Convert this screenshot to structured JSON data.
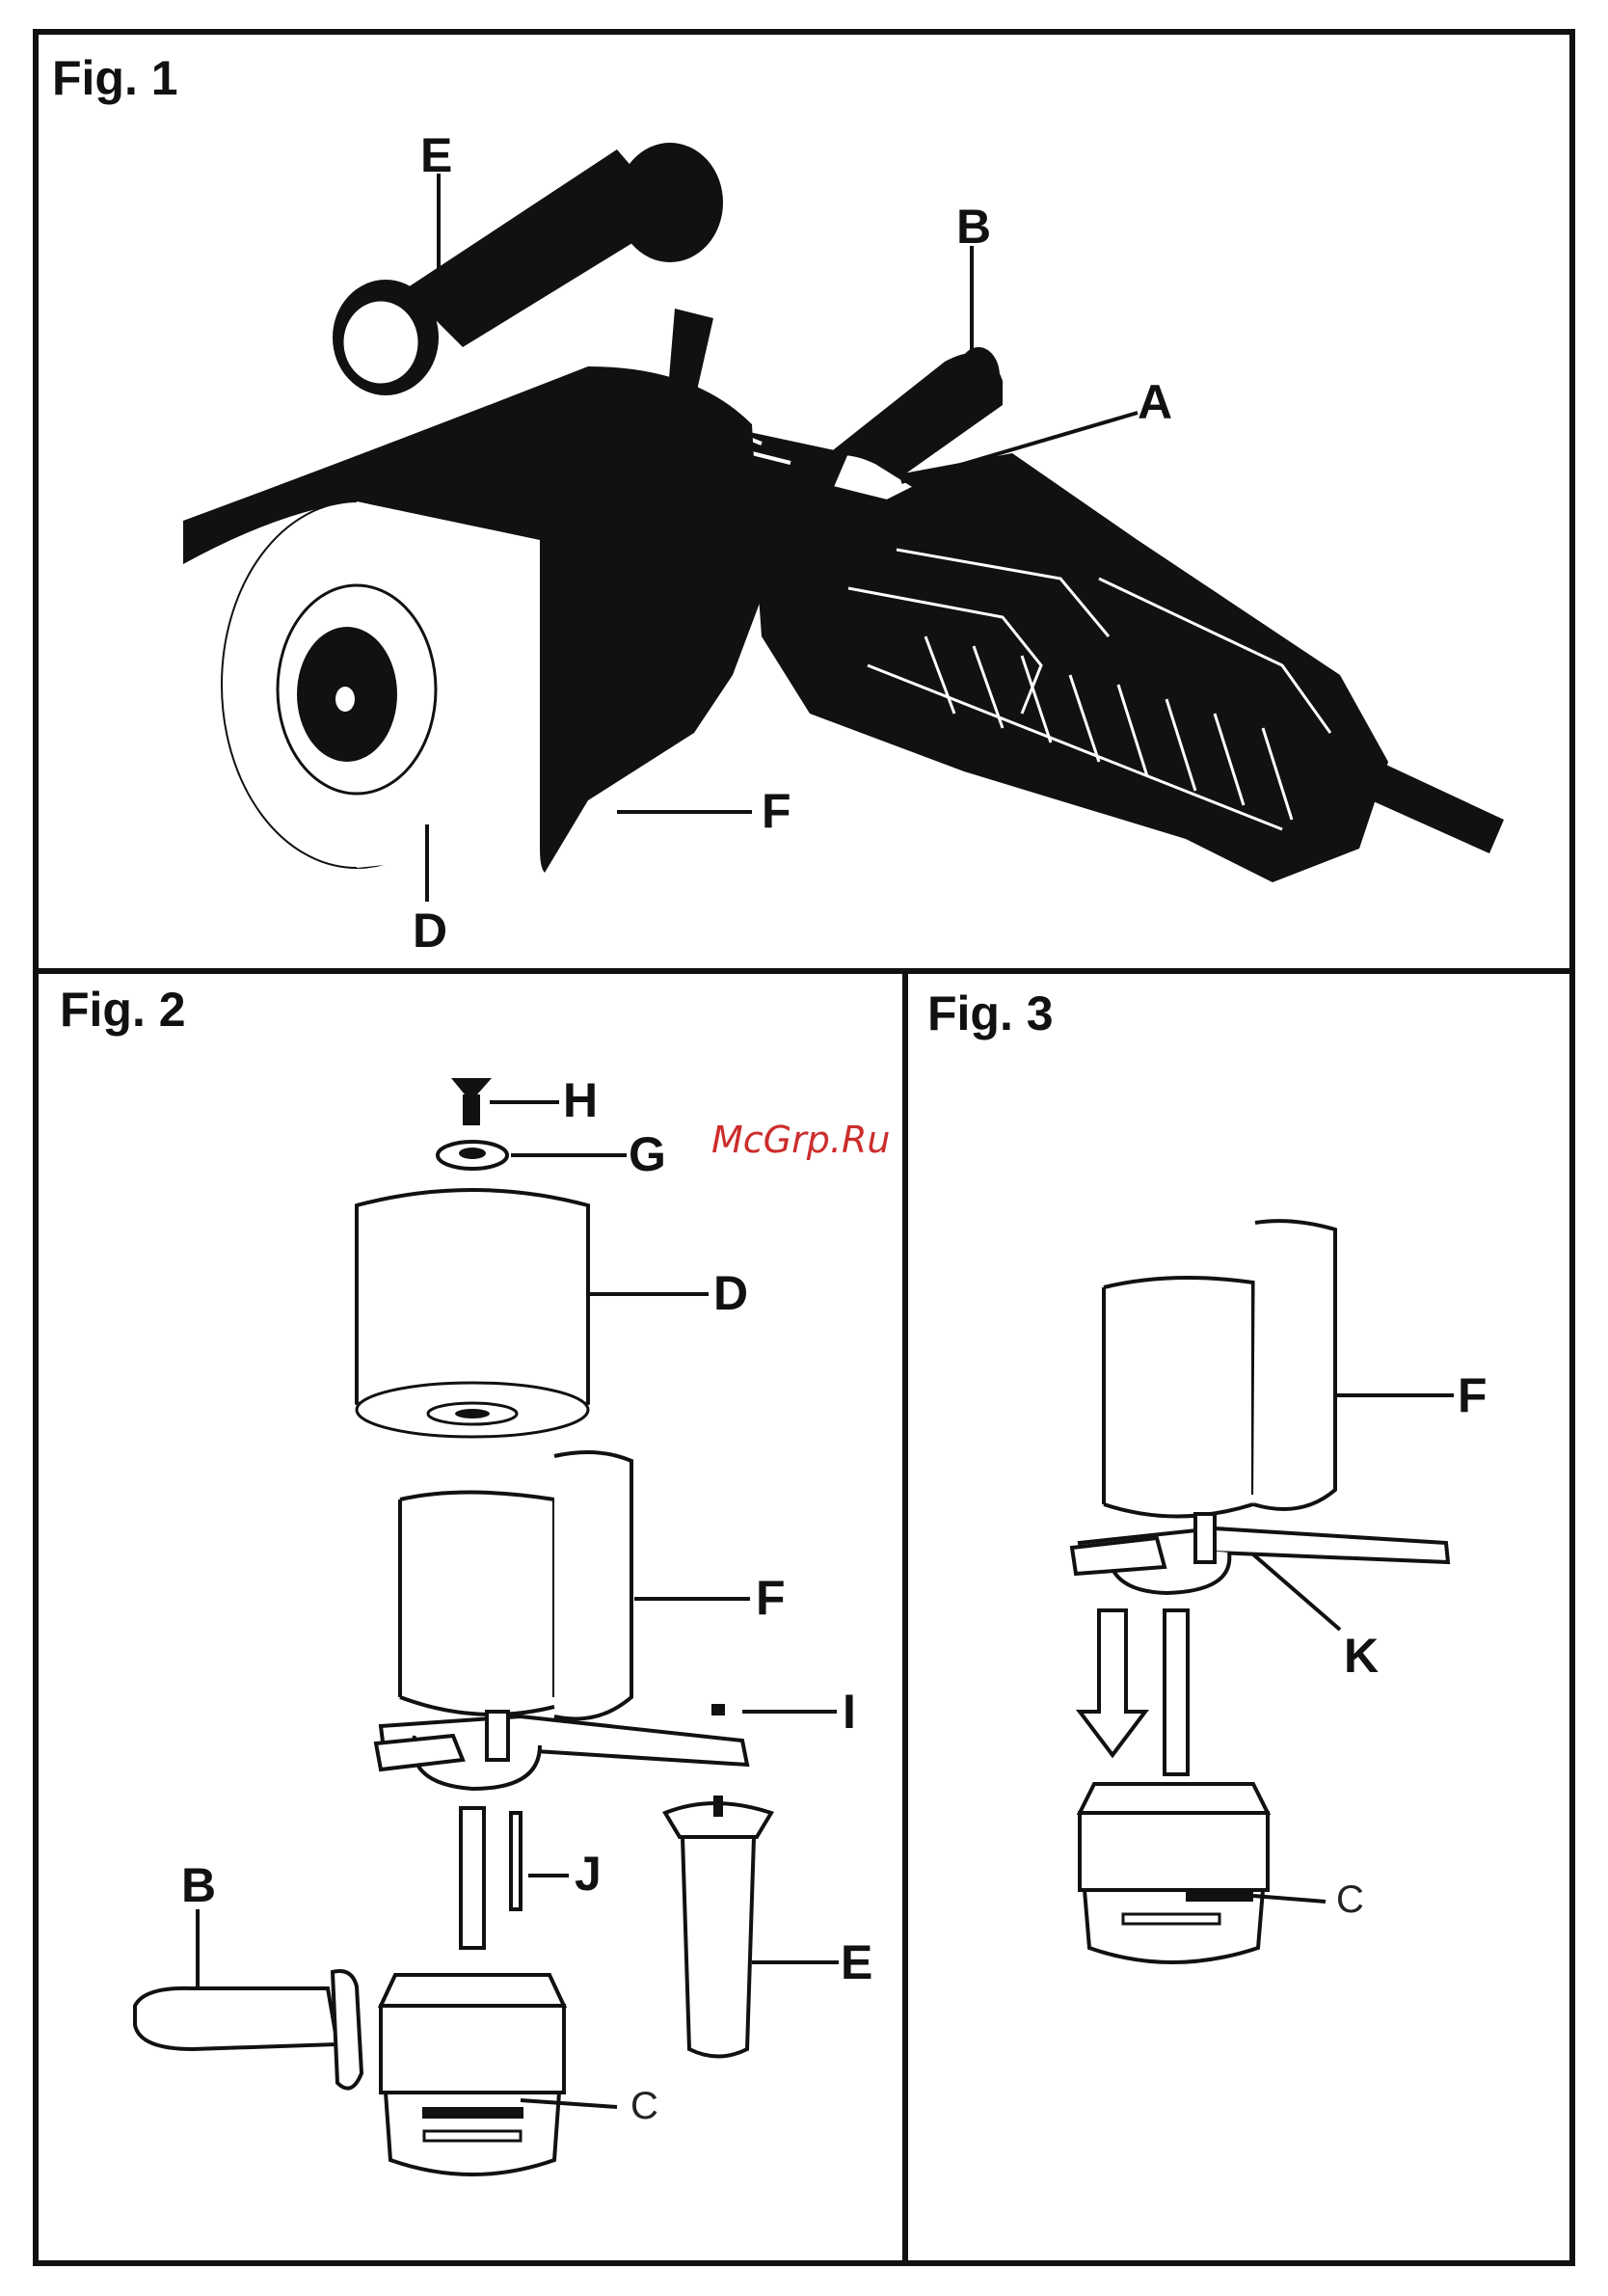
{
  "figures": {
    "fig1": {
      "title": "Fig. 1",
      "callouts": {
        "a": "A",
        "b": "B",
        "d": "D",
        "e": "E",
        "f": "F"
      }
    },
    "fig2": {
      "title": "Fig. 2",
      "callouts": {
        "b": "B",
        "c": "C",
        "d": "D",
        "e": "E",
        "f": "F",
        "g": "G",
        "h": "H",
        "i": "I",
        "j": "J"
      }
    },
    "fig3": {
      "title": "Fig. 3",
      "callouts": {
        "c": "C",
        "f": "F",
        "k": "K"
      }
    }
  },
  "watermark": "McGrp.Ru",
  "colors": {
    "ink": "#111111",
    "watermark": "#cc2d2d",
    "paper": "#ffffff"
  }
}
